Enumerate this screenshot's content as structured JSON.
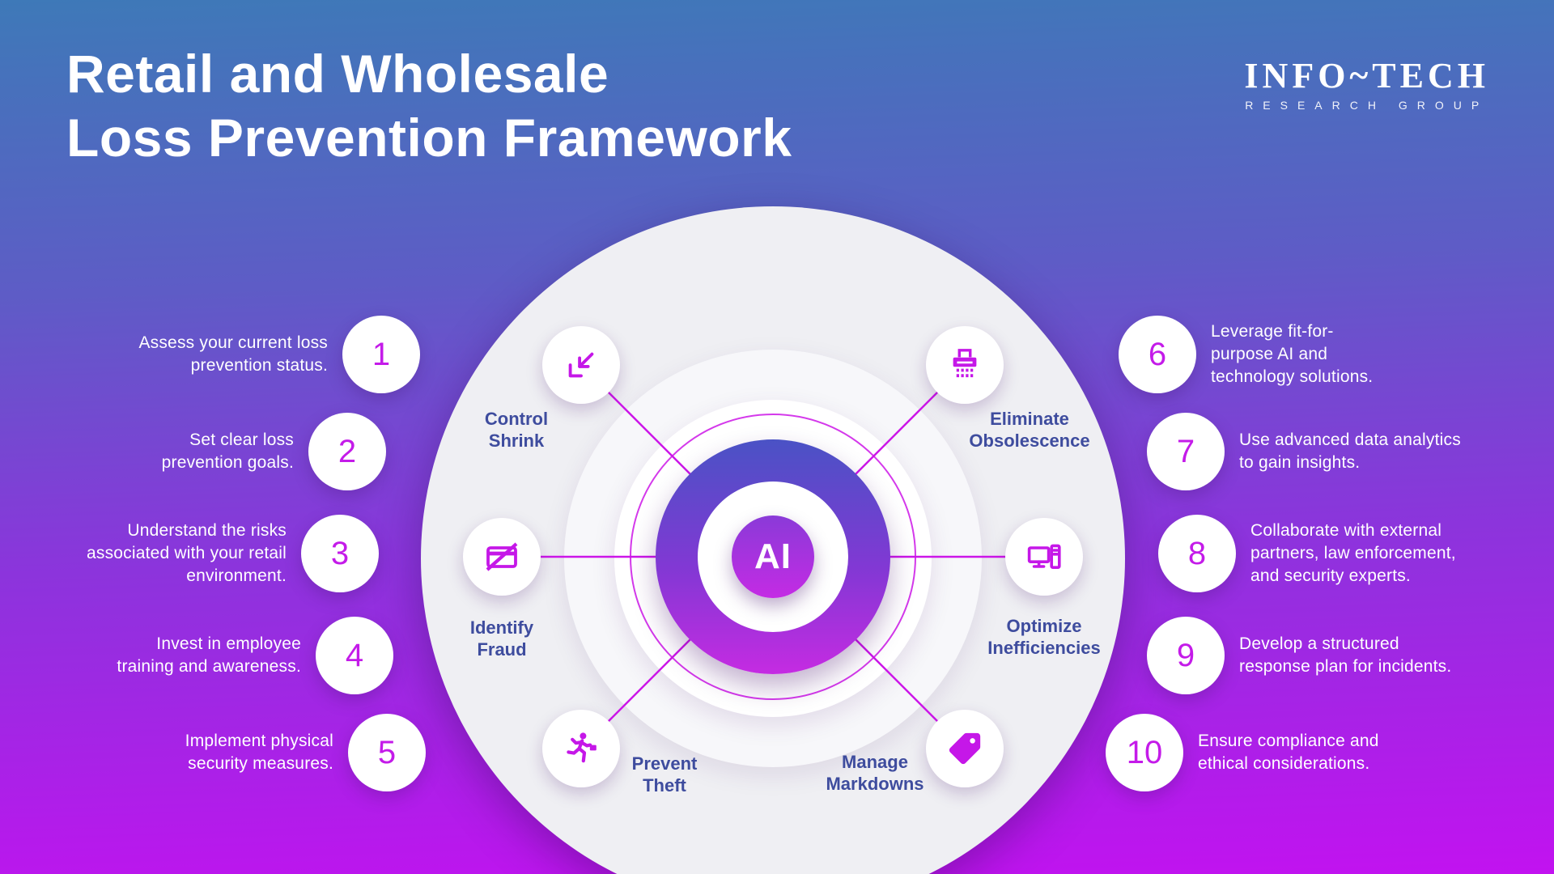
{
  "title": {
    "line1": "Retail and Wholesale",
    "line2": "Loss Prevention Framework"
  },
  "logo": {
    "name": "INFO~TECH",
    "subtitle": "RESEARCH GROUP"
  },
  "center": {
    "label": "AI"
  },
  "spokes": [
    {
      "label": "Control\nShrink",
      "icon": "compress-arrows-icon"
    },
    {
      "label": "Eliminate\nObsolescence",
      "icon": "shredder-icon"
    },
    {
      "label": "Identify\nFraud",
      "icon": "credit-card-slash-icon"
    },
    {
      "label": "Optimize\nInefficiencies",
      "icon": "desktop-computer-icon"
    },
    {
      "label": "Prevent\nTheft",
      "icon": "running-thief-icon"
    },
    {
      "label": "Manage\nMarkdowns",
      "icon": "price-tag-icon"
    }
  ],
  "steps_left": [
    {
      "num": "1",
      "text": "Assess your current loss\nprevention status."
    },
    {
      "num": "2",
      "text": "Set clear loss\nprevention goals."
    },
    {
      "num": "3",
      "text": "Understand the risks\nassociated with your retail\nenvironment."
    },
    {
      "num": "4",
      "text": "Invest in employee\ntraining and awareness."
    },
    {
      "num": "5",
      "text": "Implement physical\nsecurity measures."
    }
  ],
  "steps_right": [
    {
      "num": "6",
      "text": "Leverage fit-for-\npurpose AI and\ntechnology solutions."
    },
    {
      "num": "7",
      "text": "Use advanced data analytics\nto gain insights."
    },
    {
      "num": "8",
      "text": "Collaborate with external\npartners, law enforcement,\nand security experts."
    },
    {
      "num": "9",
      "text": "Develop a structured\nresponse plan for incidents."
    },
    {
      "num": "10",
      "text": "Ensure compliance and\nethical considerations."
    }
  ],
  "colors": {
    "background_top": "#3E79B8",
    "background_bottom": "#C212F0",
    "accent_magenta": "#C517E8",
    "spoke_label_blue": "#3E4C9E",
    "donut_top": "#4A52C5",
    "donut_bottom": "#C52BE2",
    "ring_gray": "#EFEFF3"
  }
}
